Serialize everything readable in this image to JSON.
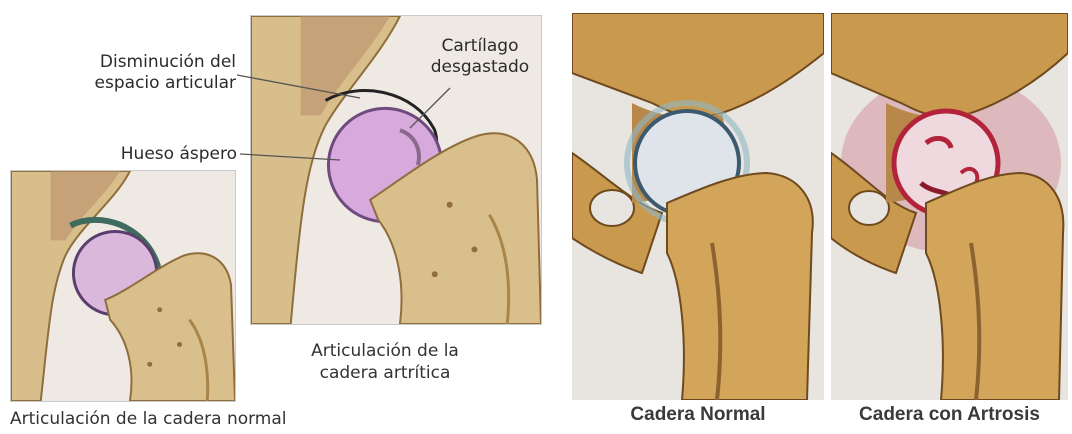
{
  "labels": {
    "joint_space": "Disminución del espacio articular",
    "rough_bone": "Hueso áspero",
    "cartilage": "Cartílago desgastado",
    "arthritic_joint": "Articulación de la cadera artrítica",
    "normal_joint": "Articulación de la cadera normal",
    "normal_hip": "Cadera Normal",
    "arthrosis_hip": "Cadera con Artrosis"
  },
  "colors": {
    "bone": "#d9bf8c",
    "bone_shadow": "#a9854a",
    "cartilage_normal": "#d9b8dc",
    "cartilage_worn": "#d7a9dc",
    "inflammation": "#b3243a"
  }
}
